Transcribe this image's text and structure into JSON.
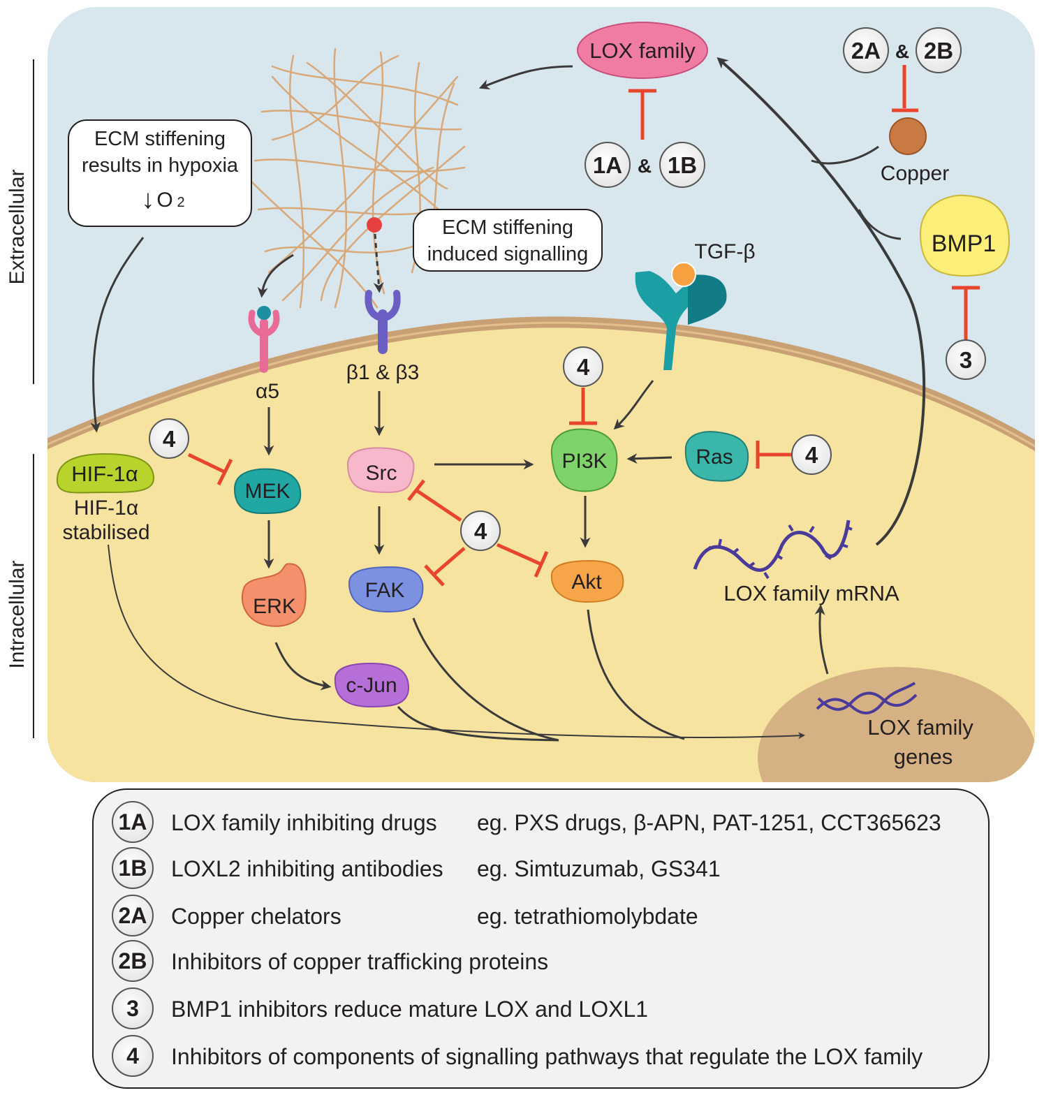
{
  "side_labels": {
    "extracellular": "Extracellular",
    "intracellular": "Intracellular"
  },
  "extracellular": {
    "lox_family": "LOX family",
    "copper": "Copper",
    "bmp1": "BMP1",
    "tgf_beta": "TGF-β",
    "hypoxia_box": {
      "line1": "ECM stiffening",
      "line2": "results in hypoxia",
      "arrow": "↓",
      "o2": "O",
      "o2_sub": "2"
    },
    "signalling_box": {
      "line1": "ECM stiffening",
      "line2": "induced signalling"
    },
    "amp": "&"
  },
  "receptors": {
    "alpha5": "α5",
    "beta1_beta3": "β1 & β3"
  },
  "nodes": {
    "hif1a": "HIF-1α",
    "hif1a_note_1": "HIF-1α",
    "hif1a_note_2": "stabilised",
    "mek": "MEK",
    "erk": "ERK",
    "cjun": "c-Jun",
    "src": "Src",
    "fak": "FAK",
    "pi3k": "PI3K",
    "akt": "Akt",
    "ras": "Ras",
    "lox_mrna": "LOX family mRNA",
    "lox_genes_1": "LOX family",
    "lox_genes_2": "genes"
  },
  "badges": {
    "b1A": "1A",
    "b1B": "1B",
    "b2A": "2A",
    "b2B": "2B",
    "b3": "3",
    "b4": "4"
  },
  "legend": [
    {
      "badge": "1A",
      "text": "LOX family inhibiting drugs",
      "example": "eg. PXS drugs, β-APN, PAT-1251, CCT365623"
    },
    {
      "badge": "1B",
      "text": "LOXL2 inhibiting antibodies",
      "example": "eg. Simtuzumab, GS341"
    },
    {
      "badge": "2A",
      "text": "Copper chelators",
      "example": "eg. tetrathiomolybdate"
    },
    {
      "badge": "2B",
      "text": "Inhibitors of copper trafficking proteins",
      "example": ""
    },
    {
      "badge": "3",
      "text": "BMP1 inhibitors reduce mature LOX and LOXL1",
      "example": ""
    },
    {
      "badge": "4",
      "text": "Inhibitors of components of signalling pathways that regulate the LOX family",
      "example": ""
    }
  ],
  "colors": {
    "extracellular_bg": "#d8e6ee",
    "cell_fill": "#f6e3a0",
    "membrane": "#c9a074",
    "nucleus": "#d5b184",
    "inhibition": "#e8452c",
    "arrow": "#3a3a3a",
    "lox": "#f07ca2",
    "bmp1": "#fbef7a",
    "copper": "#c87a42",
    "hif": "#b8d42c",
    "mek": "#22a8a4",
    "erk": "#f4906b",
    "cjun": "#b66ed9",
    "src": "#f8b8cc",
    "fak": "#7d91e1",
    "pi3k": "#7fd36a",
    "akt": "#f6a548",
    "ras": "#3bb6ab",
    "tgf_receptor": "#1c9fa4",
    "dna": "#4a3b9a"
  }
}
